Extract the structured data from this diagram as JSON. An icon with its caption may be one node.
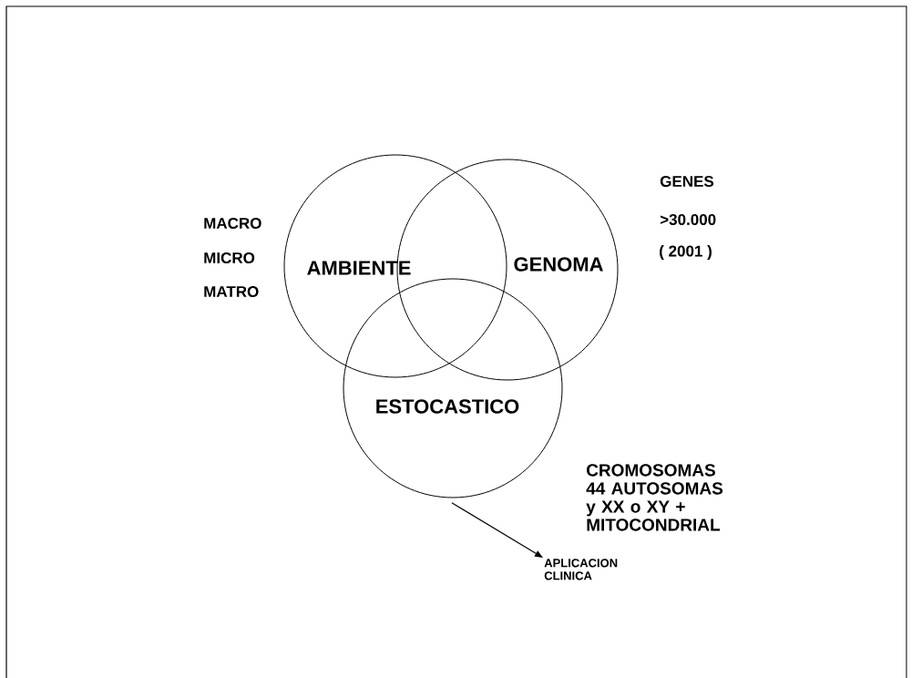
{
  "diagram": {
    "nodes": [
      {
        "text": [
          "AMBIENTE"
        ]
      },
      {
        "text": [
          "GENOMA"
        ]
      },
      {
        "text": [
          "ESTOCASTICO"
        ]
      },
      {
        "text": [
          "APLICACION CLINICA"
        ]
      }
    ],
    "edges": [
      {
        "from": 2,
        "to": 3,
        "arrow": "to"
      }
    ],
    "labels": [
      "MACRO",
      "MICRO",
      "MATRO",
      "GENES",
      ">30.000",
      "( 2001 )",
      "CROMOSOMAS 44 AUTOSOMAS y XX o XY + MITOCONDRIAL"
    ]
  }
}
